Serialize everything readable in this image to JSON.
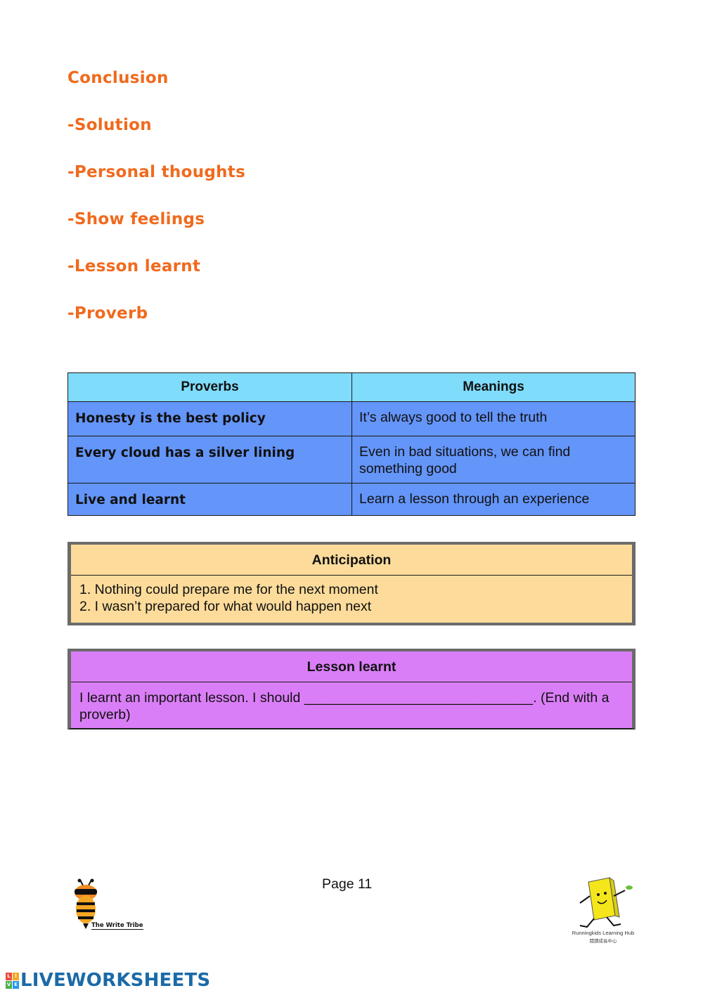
{
  "headings": [
    "Conclusion",
    "-Solution",
    "-Personal thoughts",
    "-Show feelings",
    "-Lesson learnt",
    "-Proverb"
  ],
  "proverbs_table": {
    "headers": [
      "Proverbs",
      "Meanings"
    ],
    "rows": [
      {
        "proverb": "Honesty is the best policy",
        "meaning": "It’s always good to tell the truth"
      },
      {
        "proverb": "Every cloud has a silver lining",
        "meaning": "Even in bad situations, we can find something good"
      },
      {
        "proverb": "Live and learnt",
        "meaning": "Learn a lesson through an experience"
      }
    ]
  },
  "anticipation": {
    "title": "Anticipation",
    "lines": [
      "1. Nothing could prepare me for the next moment",
      "2. I wasn’t prepared for what would happen next"
    ]
  },
  "lesson_learnt": {
    "title": "Lesson learnt",
    "text": "I learnt an important lesson. I should ______________________________. (End with a proverb)"
  },
  "footer": {
    "page": "Page 11",
    "left_logo": "The Write Tribe",
    "right_logo": "Runningkids Learning Hub",
    "right_logo_sub": "閱讀成長中心",
    "brand": "LIVEWORKSHEETS",
    "brand_squares": [
      "L",
      "I",
      "V",
      "E"
    ]
  },
  "colors": {
    "heading": "#f06a1d",
    "table_header": "#80dcfb",
    "table_body": "#6495f9",
    "anticipation": "#fddc9b",
    "lesson": "#da7ef7",
    "brand": "#1b6aa8"
  }
}
